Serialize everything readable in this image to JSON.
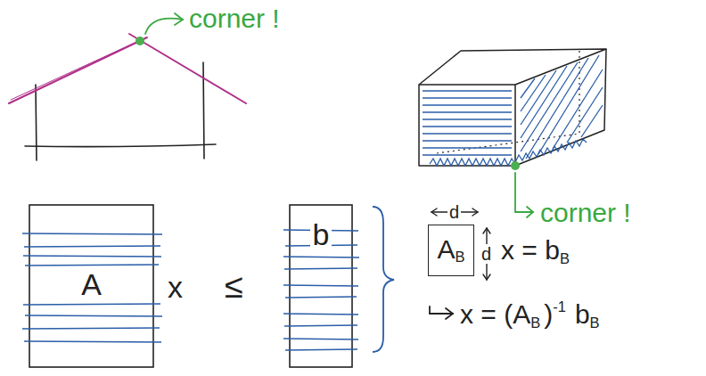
{
  "diagram": {
    "nodes": [
      {
        "text": [
          "A"
        ]
      },
      {
        "text": [
          "b"
        ]
      },
      {
        "text": [
          "A",
          "B"
        ]
      }
    ],
    "labels": [
      "corner !",
      "corner !",
      "x",
      "≤",
      "d",
      "d",
      "x = b",
      "B",
      "x = (A",
      "B",
      ")",
      "-1",
      "b",
      "B"
    ]
  }
}
